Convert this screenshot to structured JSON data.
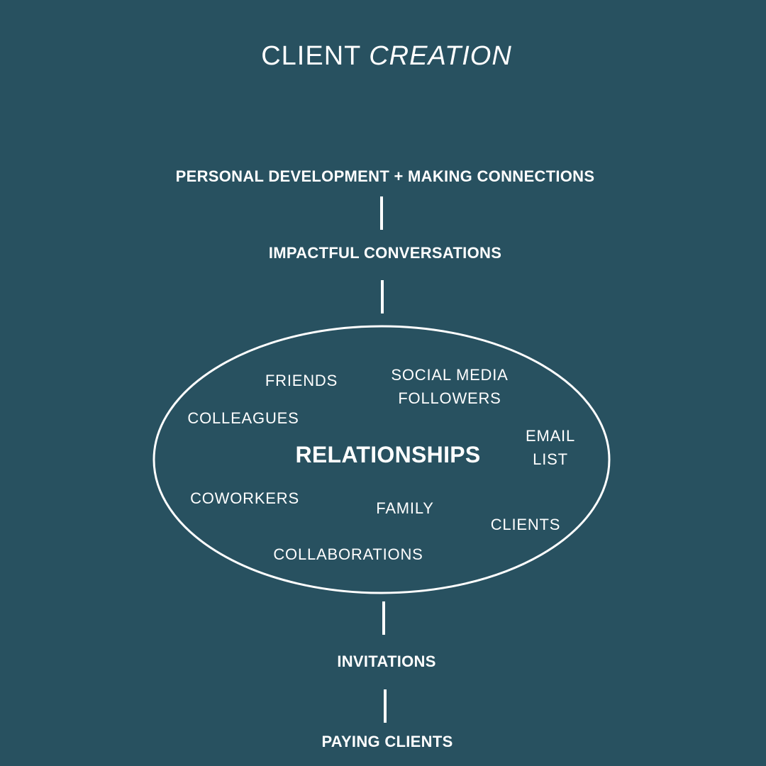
{
  "title": {
    "regular": "CLIENT",
    "italic": "CREATION"
  },
  "steps": {
    "step1": "PERSONAL DEVELOPMENT + MAKING CONNECTIONS",
    "step2": "IMPACTFUL CONVERSATIONS",
    "step4": "INVITATIONS",
    "step5": "PAYING CLIENTS"
  },
  "relationships": {
    "center": "RELATIONSHIPS",
    "items": {
      "friends": "FRIENDS",
      "social_media_1": "SOCIAL MEDIA",
      "social_media_2": "FOLLOWERS",
      "colleagues": "COLLEAGUES",
      "email_1": "EMAIL",
      "email_2": "LIST",
      "coworkers": "COWORKERS",
      "family": "FAMILY",
      "clients": "CLIENTS",
      "collaborations": "COLLABORATIONS"
    }
  },
  "colors": {
    "background": "#285160",
    "foreground": "#ffffff"
  }
}
